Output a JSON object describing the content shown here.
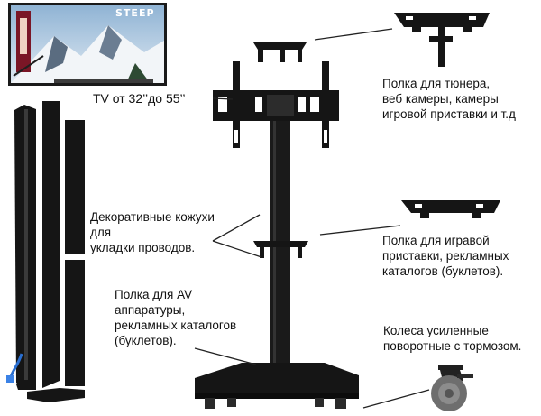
{
  "labels": {
    "tv_size": "TV от 32’’до 55’’",
    "covers": "Декоративные кожухи\nдля\nукладки проводов.",
    "av_shelf": "Полка для AV\nаппаратуры,\nрекламных каталогов\n(буклетов).",
    "top_shelf": "Полка для тюнера,\nвеб камеры, камеры\nигровой приставки и т.д",
    "mid_shelf": "Полка для игравой\nприставки, рекламных\nкаталогов (буклетов).",
    "wheels": "Колеса усиленные\nповоротные с тормозом."
  },
  "tv_screen": {
    "brand": "STEEP"
  },
  "colors": {
    "metal": "#151515",
    "line": "#222222",
    "wheel": "#6e6e6e",
    "text": "#111111"
  }
}
